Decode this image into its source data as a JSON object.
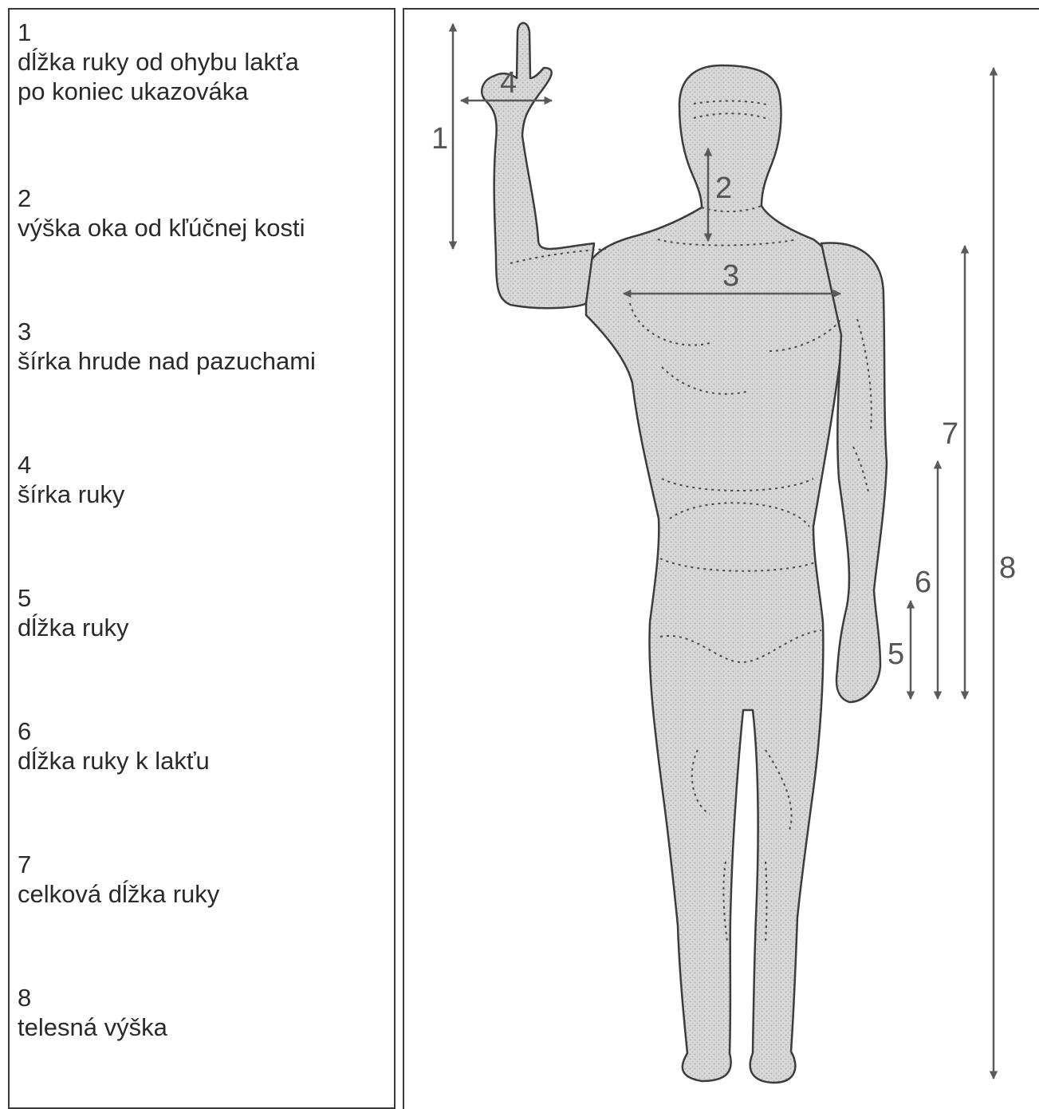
{
  "legend": [
    {
      "number": "1",
      "lines": [
        "dĺžka ruky od ohybu lakťa",
        "po koniec ukazováka"
      ]
    },
    {
      "number": "2",
      "lines": [
        "výška oka od kľúčnej kosti"
      ]
    },
    {
      "number": "3",
      "lines": [
        "šírka hrude nad pazuchami"
      ]
    },
    {
      "number": "4",
      "lines": [
        "šírka ruky"
      ]
    },
    {
      "number": "5",
      "lines": [
        "dĺžka ruky"
      ]
    },
    {
      "number": "6",
      "lines": [
        "dĺžka ruky k lakťu"
      ]
    },
    {
      "number": "7",
      "lines": [
        "celková dĺžka ruky"
      ]
    },
    {
      "number": "8",
      "lines": [
        "telesná výška"
      ]
    }
  ],
  "figure": {
    "measure_labels": [
      "1",
      "2",
      "3",
      "4",
      "5",
      "6",
      "7",
      "8"
    ],
    "colors": {
      "body_fill": "#d6d6d6",
      "outline": "#3c3c3c",
      "arrow": "#5a5a5a"
    }
  }
}
